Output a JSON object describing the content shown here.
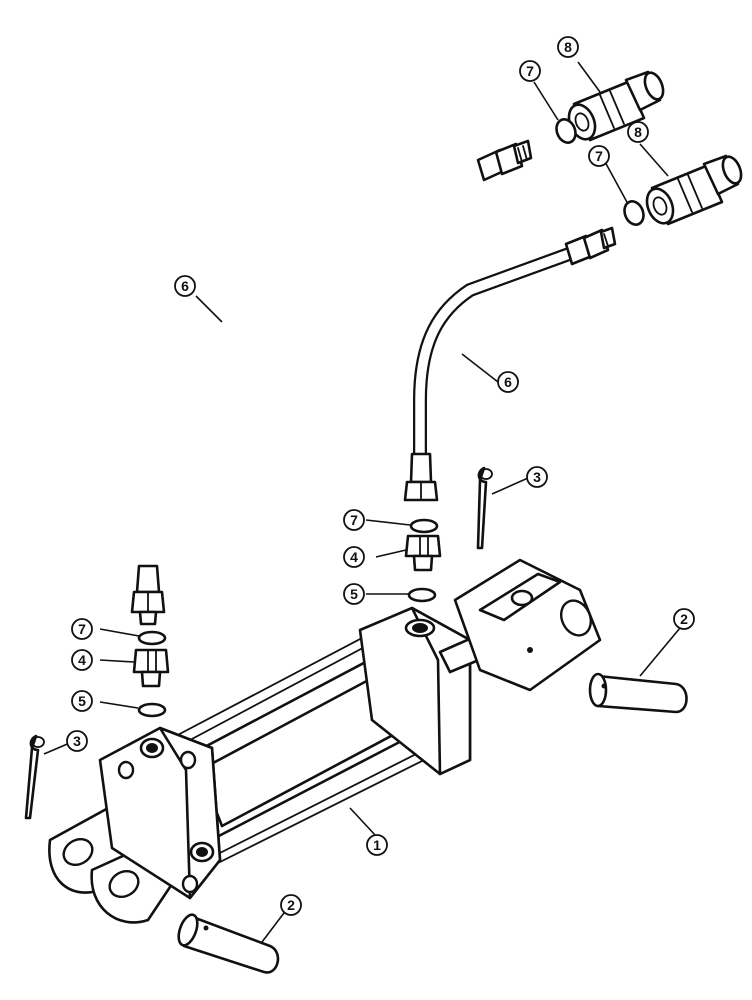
{
  "diagram": {
    "callouts": [
      {
        "id": "c1",
        "label": "1"
      },
      {
        "id": "c2a",
        "label": "2"
      },
      {
        "id": "c2b",
        "label": "2"
      },
      {
        "id": "c3a",
        "label": "3"
      },
      {
        "id": "c3b",
        "label": "3"
      },
      {
        "id": "c4a",
        "label": "4"
      },
      {
        "id": "c4b",
        "label": "4"
      },
      {
        "id": "c5a",
        "label": "5"
      },
      {
        "id": "c5b",
        "label": "5"
      },
      {
        "id": "c6a",
        "label": "6"
      },
      {
        "id": "c6b",
        "label": "6"
      },
      {
        "id": "c7a",
        "label": "7"
      },
      {
        "id": "c7b",
        "label": "7"
      },
      {
        "id": "c7c",
        "label": "7"
      },
      {
        "id": "c7d",
        "label": "7"
      },
      {
        "id": "c8a",
        "label": "8"
      },
      {
        "id": "c8b",
        "label": "8"
      }
    ]
  }
}
